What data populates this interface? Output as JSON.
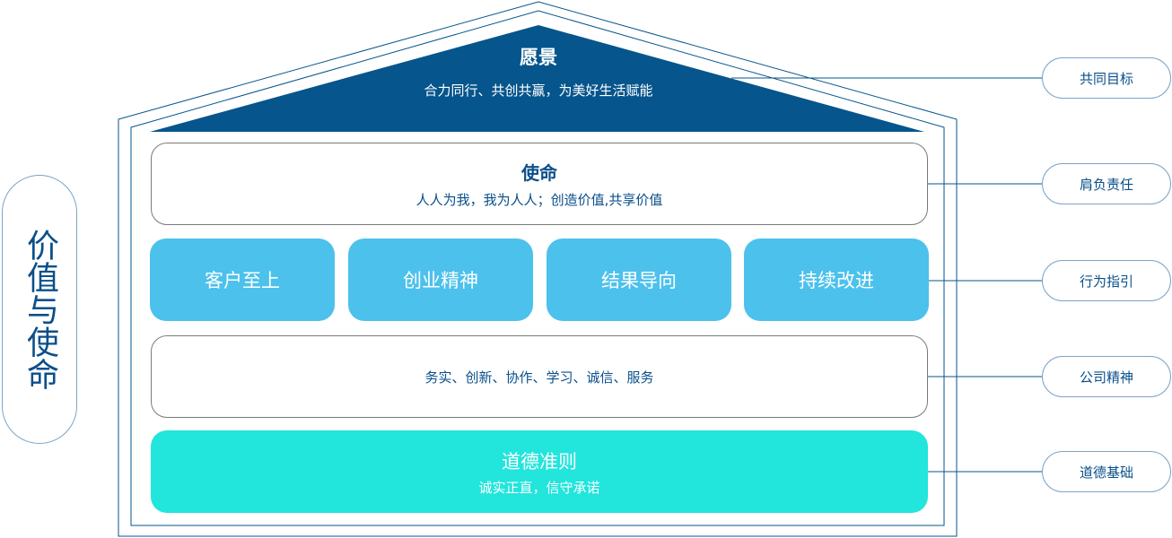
{
  "side_label": "价值与使命",
  "vision": {
    "title": "愿景",
    "text": "合力同行、共创共赢，为美好生活赋能"
  },
  "mission": {
    "title": "使命",
    "text": "人人为我，我为人人；创造价值,共享价值"
  },
  "values": [
    "客户至上",
    "创业精神",
    "结果导向",
    "持续改进"
  ],
  "spirit": {
    "text": "务实、创新、协作、学习、诚信、服务"
  },
  "ethics": {
    "title": "道德准则",
    "text": "诚实正直，信守承诺"
  },
  "tags": [
    "共同目标",
    "肩负责任",
    "行为指引",
    "公司精神",
    "道德基础"
  ],
  "colors": {
    "navy": "#06558c",
    "values": "#4cc1ec",
    "ethics": "#22e5dc"
  }
}
